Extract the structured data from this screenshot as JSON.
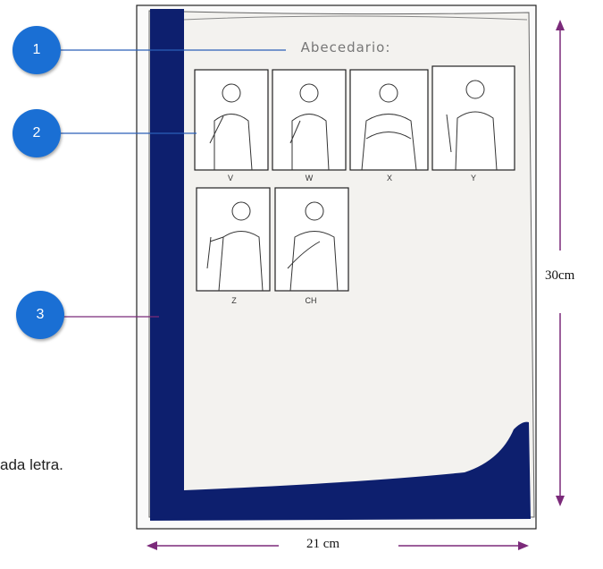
{
  "sheet": {
    "title": "Abecedario:",
    "letters": [
      "V",
      "W",
      "X",
      "Y",
      "Z",
      "CH"
    ]
  },
  "callouts": [
    "1",
    "2",
    "3"
  ],
  "dimensions": {
    "height": "30cm",
    "width": "21 cm"
  },
  "side_note": "ada letra.",
  "colors": {
    "callout": "#1a6fd4",
    "leader_line": "#2b5fb8",
    "lead_3": "#7b2a7a",
    "border": "#0d1f6e",
    "dim_arrow": "#7b2a7a"
  }
}
